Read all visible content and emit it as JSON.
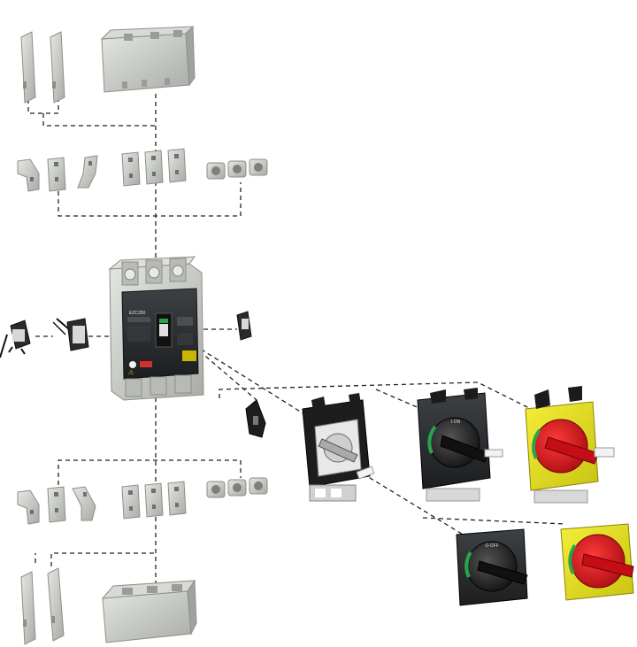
{
  "diagram": {
    "labels": {
      "breaker_name": "EZC250",
      "warning_symbol": "⚠",
      "handle_on": "I-ON",
      "handle_off": "O-OFF"
    },
    "colors": {
      "background": "#ffffff",
      "body_gray": "#c9ccc6",
      "body_dark": "#2a2d2f",
      "handle_black": "#1b1b1b",
      "handle_red": "#d4121b",
      "plate_yellow": "#e8e21a",
      "green_ring": "#2aa34a",
      "dash_line": "#222222"
    },
    "components": [
      "terminal-shield-left",
      "terminal-shield-right",
      "terminal-cover-top",
      "spreader-links-top",
      "straight-extensions-top",
      "lug-terminals-top",
      "circuit-breaker",
      "auxiliary-contact",
      "trip-alarm-contact",
      "shunt-trip-module",
      "rotary-handle-adapter",
      "direct-rotary-handle",
      "extended-rotary-handle-black",
      "extended-rotary-handle-red-yellow",
      "door-handle-black",
      "door-handle-red-yellow",
      "spreader-links-bottom",
      "straight-extensions-bottom",
      "lug-terminals-bottom",
      "terminal-shield-bottom-left",
      "terminal-shield-bottom-right",
      "terminal-cover-bottom"
    ]
  }
}
